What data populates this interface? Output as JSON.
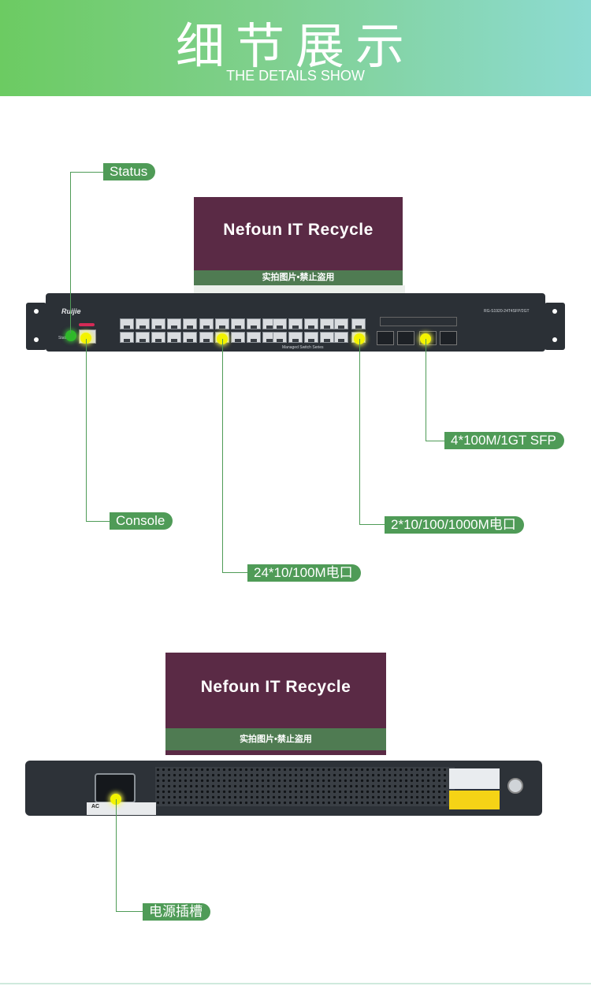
{
  "banner": {
    "title": "细节展示",
    "subtitle": "THE DETAILS SHOW"
  },
  "sign": {
    "brand": "Nefoun  IT  Recycle",
    "notice": "实拍图片•禁止盗用"
  },
  "front_panel": {
    "logo": "Ruijie",
    "model": "RG-S1920-24T4SFP/2GT",
    "bottom_text": "Managed Switch Series",
    "status_small": "Status"
  },
  "callouts": {
    "status": "Status",
    "console": "Console",
    "sfp": "4*100M/1GT SFP",
    "gig": "2*10/100/1000M电口",
    "fast": "24*10/100M电口",
    "power": "电源插槽"
  },
  "back_panel": {
    "ac": "AC"
  },
  "colors": {
    "accent": "#4f9b57",
    "banner_start": "#6ccb62",
    "banner_end": "#8ddbd2",
    "sign": "#5a2a45",
    "highlight": "#f3f300"
  }
}
